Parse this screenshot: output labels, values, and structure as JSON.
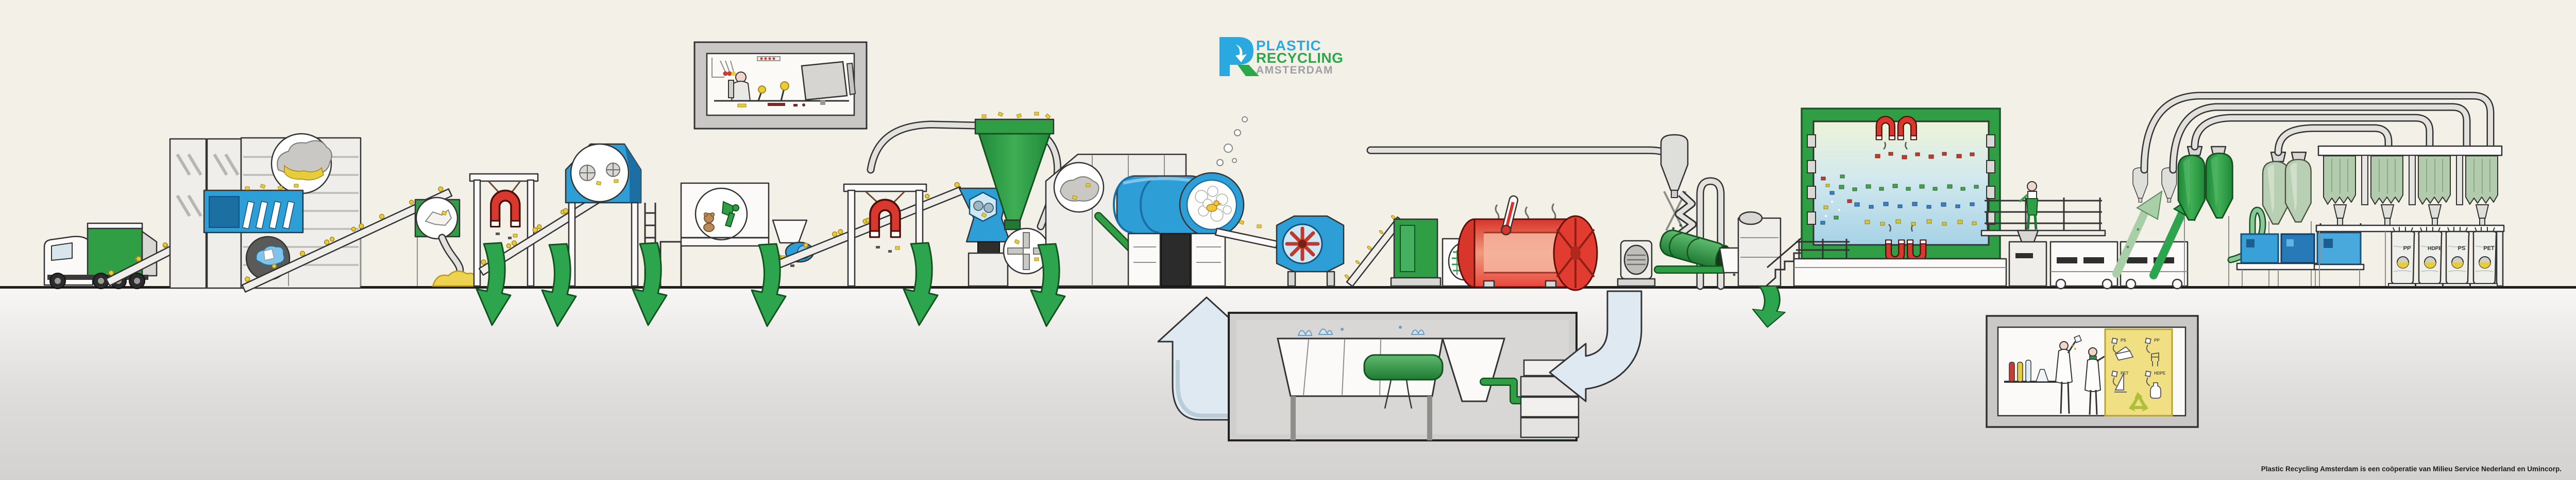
{
  "brand": {
    "mark_letter": "R",
    "line1": "PLASTIC",
    "line2": "RECYCLING",
    "line3": "AMSTERDAM",
    "colors": {
      "blue": "#29A9E0",
      "green": "#2BA84A",
      "gray": "#9EA0A3"
    }
  },
  "footer": {
    "credit": "Plastic Recycling Amsterdam is een coöperatie van Milieu Service Nederland en Umincorp."
  },
  "bagging": {
    "bag_labels": [
      "PP",
      "HDPE",
      "PS",
      "PET"
    ]
  },
  "poster": {
    "items": [
      {
        "code": "PS",
        "product": "laptop-icon"
      },
      {
        "code": "PP",
        "product": "chair-icon"
      },
      {
        "code": "PET",
        "product": "sailboat-icon"
      },
      {
        "code": "HDPE",
        "product": "bottle-icon"
      }
    ],
    "recycle_icon": "recycle-symbol"
  },
  "icons": {
    "magnet": "horseshoe-magnet-icon",
    "thermometer": "thermometer-icon",
    "duck": "rubber-duck-icon",
    "down_arrow": "green-down-arrow-icon",
    "up_arrow": "water-return-arrow-icon"
  },
  "palette": {
    "background": "#f3f0e8",
    "arrow_green": "#2DA44E",
    "magnet_red": "#D9382E",
    "machine_blue": "#2E9FD6",
    "heat_red": "#E8473B",
    "water_blue": "#DFE9F1",
    "flake_yellow": "#E8CD3A"
  }
}
